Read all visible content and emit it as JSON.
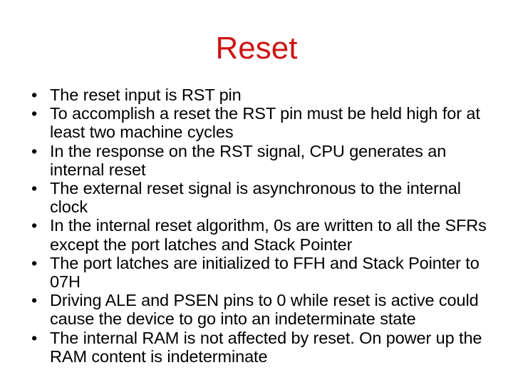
{
  "slide": {
    "title": "Reset",
    "title_color": "#cc1417",
    "background_color": "#ffffff",
    "text_color": "#000000",
    "bullet_glyph": "•",
    "bullets": [
      {
        "text": "The reset input is RST pin"
      },
      {
        "text": "To accomplish a reset the RST pin must be held high for at least two machine cycles"
      },
      {
        "text": "In the response on the RST signal, CPU generates an internal reset"
      },
      {
        "text": "The external reset signal is asynchronous to the internal clock"
      },
      {
        "text": "In the internal reset algorithm, 0s are written to all the SFRs except the port latches and Stack Pointer"
      },
      {
        "text": "The port latches are initialized to FFH and Stack Pointer to 07H"
      },
      {
        "text": "Driving ALE and PSEN pins to 0 while reset is active could cause the device to go into an indeterminate state"
      },
      {
        "text": "The internal RAM is not affected by reset. On power up the RAM content is indeterminate"
      }
    ]
  }
}
